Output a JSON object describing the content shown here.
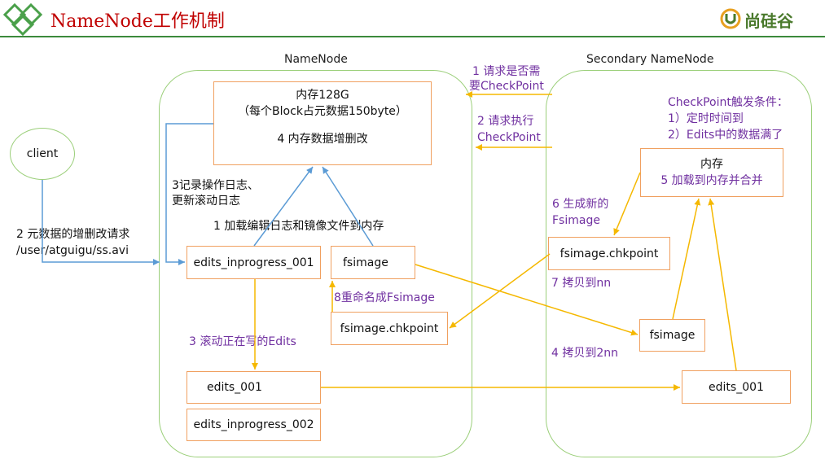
{
  "header": {
    "title": "NameNode工作机制",
    "logo_text": "尚硅谷"
  },
  "namenode": {
    "title": "NameNode",
    "memory_box": {
      "line1": "内存128G",
      "line2": "（每个Block占元数据150byte）",
      "line3": "4 内存数据增删改"
    },
    "edits_inprogress_001": "edits_inprogress_001",
    "fsimage": "fsimage",
    "fsimage_chkpoint": "fsimage.chkpoint",
    "edits_001": "edits_001",
    "edits_inprogress_002": "edits_inprogress_002",
    "step3_log_line1": "3记录操作日志、",
    "step3_log_line2": "更新滚动日志",
    "step1_load": "1 加载编辑日志和镜像文件到内存",
    "step8_rename": "8重命名成Fsimage",
    "step3_roll": "3 滚动正在写的Edits"
  },
  "client": {
    "label": "client",
    "request_line1": "2 元数据的增删改请求",
    "request_line2": "/user/atguigu/ss.avi"
  },
  "secondary": {
    "title": "Secondary NameNode",
    "conditions_line1": "CheckPoint触发条件：",
    "conditions_line2": "1）定时时间到",
    "conditions_line3": "2）Edits中的数据满了",
    "memory_title": "内存",
    "memory_merge": "5 加载到内存并合并",
    "step6_line1": "6 生成新的",
    "step6_line2": "Fsimage",
    "fsimage_chkpoint": "fsimage.chkpoint",
    "step7": "7 拷贝到nn",
    "fsimage": "fsimage",
    "step4": "4 拷贝到2nn",
    "edits_001": "edits_001"
  },
  "messages": {
    "step1_line1": "1 请求是否需",
    "step1_line2": "要CheckPoint",
    "step2_line1": "2 请求执行",
    "step2_line2": "CheckPoint"
  },
  "colors": {
    "title_red": "#c00000",
    "container_green": "#9bcf7a",
    "box_orange": "#f0a060",
    "arrow_blue": "#5b9bd5",
    "arrow_yellow": "#f5b800",
    "label_purple": "#7030a0"
  }
}
